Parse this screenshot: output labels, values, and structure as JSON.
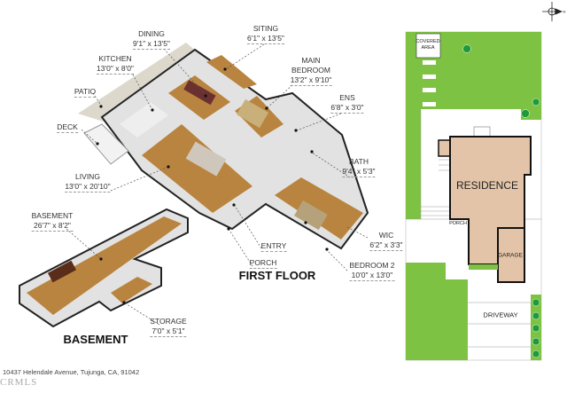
{
  "floor_plan": {
    "first_floor_title": "FIRST FLOOR",
    "basement_title": "BASEMENT",
    "rooms": {
      "dining": {
        "name": "DINING",
        "size": "9'1\" x 13'5\""
      },
      "siting": {
        "name": "SITING",
        "size": "6'1\" x 13'5\""
      },
      "kitchen": {
        "name": "KITCHEN",
        "size": "13'0\" x 8'0\""
      },
      "main_bedroom": {
        "name1": "MAIN",
        "name2": "BEDROOM",
        "size": "13'2\" x 9'10\""
      },
      "patio": {
        "name": "PATIO"
      },
      "ens": {
        "name": "ENS",
        "size": "6'8\" x 3'0\""
      },
      "deck": {
        "name": "DECK"
      },
      "bath": {
        "name": "BATH",
        "size": "9'4\" x 5'3\""
      },
      "living": {
        "name": "LIVING",
        "size": "13'0\" x 20'10\""
      },
      "basement": {
        "name": "BASEMENT",
        "size": "26'7\" x 8'2\""
      },
      "entry": {
        "name": "ENTRY"
      },
      "wic": {
        "name": "WIC",
        "size": "6'2\" x 3'3\""
      },
      "porch": {
        "name": "PORCH"
      },
      "bedroom2": {
        "name": "BEDROOM 2",
        "size": "10'0\" x 13'0\""
      },
      "storage": {
        "name": "STORAGE",
        "size": "7'0\" x 5'1\""
      }
    }
  },
  "site_plan": {
    "covered_area_1": "COVERED",
    "covered_area_2": "AREA",
    "residence": "RESIDENCE",
    "porch": "PORCH",
    "garage": "GARAGE",
    "driveway": "DRIVEWAY",
    "compass": "N"
  },
  "footer": {
    "address": "10437 Helendale Avenue, Tujunga, CA, 91042",
    "mls": "CRMLS"
  },
  "colors": {
    "lawn": "#7dc242",
    "residence": "#e3c4a8",
    "wood": "#b9843f",
    "wall": "#d9d9d9"
  }
}
